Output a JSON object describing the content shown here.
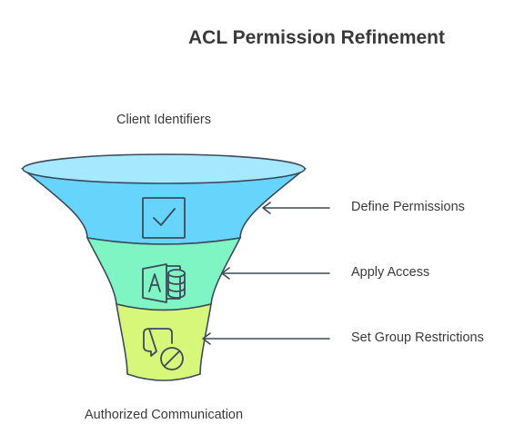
{
  "title": "ACL Permission Refinement",
  "top_label": "Client Identifiers",
  "bottom_label": "Authorized Communication",
  "steps": [
    {
      "label": "Define Permissions",
      "icon": "checkbox-icon",
      "color": "#66d4fb"
    },
    {
      "label": "Apply Access",
      "icon": "access-database-icon",
      "color": "#7ff5c4"
    },
    {
      "label": "Set Group Restrictions",
      "icon": "chat-restricted-icon",
      "color": "#d7f77b"
    }
  ],
  "colors": {
    "funnel_top": "#a6e8fd",
    "outline": "#3d4a5c",
    "text": "#3a3a3a"
  }
}
